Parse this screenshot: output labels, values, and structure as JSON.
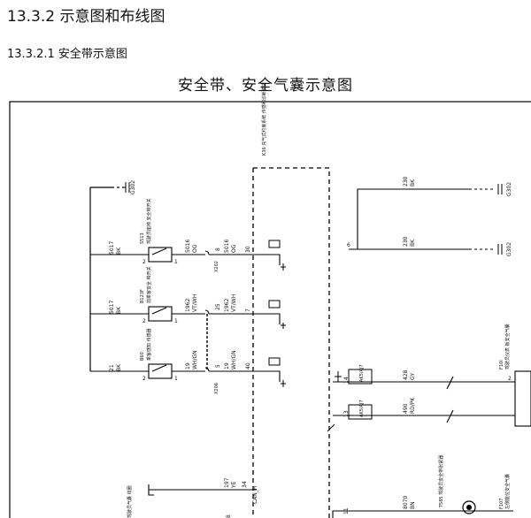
{
  "section_heading": "13.3.2 示意图和布线图",
  "subsection_heading": "13.3.2.1 安全带示意图",
  "diagram_title": "安全带、安全气囊示意图",
  "ground_labels": [
    "G302",
    "G302",
    "G302"
  ],
  "module_label": "K36 充气式约束系统 传感和诊断模块",
  "left_wires": [
    {
      "circuit": "5017",
      "color": "BK"
    },
    {
      "circuit": "5017",
      "color": "BK"
    },
    {
      "circuit": "21",
      "color": "BK"
    }
  ],
  "switches": [
    {
      "code": "S513",
      "name": "驾驶员座椅 安全带开关",
      "pin_a": "2",
      "pin_b": "1"
    },
    {
      "code": "B123F",
      "name": "前乘客安全 带开关",
      "pin_a": "2",
      "pin_b": "1"
    },
    {
      "code": "B60",
      "name": "乘客感知 传感器",
      "pin_a": "2",
      "pin_b": "1"
    }
  ],
  "switch_out_wires": [
    {
      "circuit": "5016",
      "color": "OG"
    },
    {
      "circuit": "1962",
      "color": "VT/WH"
    },
    {
      "circuit": "19",
      "color": "WH/GN"
    }
  ],
  "connector_pins": [
    "8",
    "25",
    "5"
  ],
  "connector_labels": [
    "X202",
    "X206"
  ],
  "module_wires": [
    {
      "circuit": "5016",
      "color": "OG",
      "pin": "30"
    },
    {
      "circuit": "1962",
      "color": "VT/WH",
      "pin": "7"
    },
    {
      "circuit": "19",
      "color": "WH/GN",
      "pin": "40"
    }
  ],
  "right_wires": [
    {
      "circuit": "230",
      "color": "BK"
    },
    {
      "circuit": "230",
      "color": "BK"
    }
  ],
  "right_pin": "6",
  "lower_pins": [
    "14",
    "13",
    "11"
  ],
  "ak_labels": [
    "AK5/AJ7",
    "AK5/AJ7"
  ],
  "lower_wires": [
    {
      "circuit": "428",
      "color": "GY"
    },
    {
      "circuit": "490",
      "color": "RD/PK"
    },
    {
      "circuit": "8070",
      "color": "BN"
    }
  ],
  "right_components": [
    {
      "code": "F10I",
      "name": "驾驶员仪表 板安全气囊"
    },
    {
      "code": "F107",
      "name": "左侧座位安全气囊"
    }
  ],
  "right_pin2": "2",
  "belt_label": "T585 驾驶员安全带张紧器",
  "bottom_left_label": "驾驶员气囊 线圈",
  "bottom_wires": [
    {
      "circuit": "197",
      "color": "YE",
      "pin": "34",
      "net": "CAN_H"
    }
  ],
  "bottom_pin": "8"
}
